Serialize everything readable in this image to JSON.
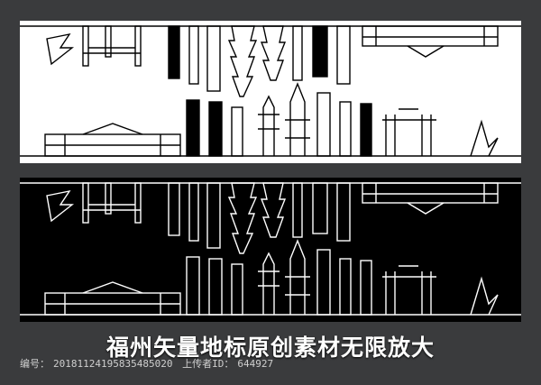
{
  "caption": "福州矢量地标原创素材无限放大",
  "footer": {
    "id_label": "编号：",
    "id_value": "20181124195835485020",
    "uploader_label": "上传者ID：",
    "uploader_value": "644927"
  },
  "colors": {
    "background": "#3a3b3d",
    "panel_light": "#ffffff",
    "panel_dark": "#000000",
    "line_light": "#000000",
    "line_dark": "#ffffff"
  }
}
